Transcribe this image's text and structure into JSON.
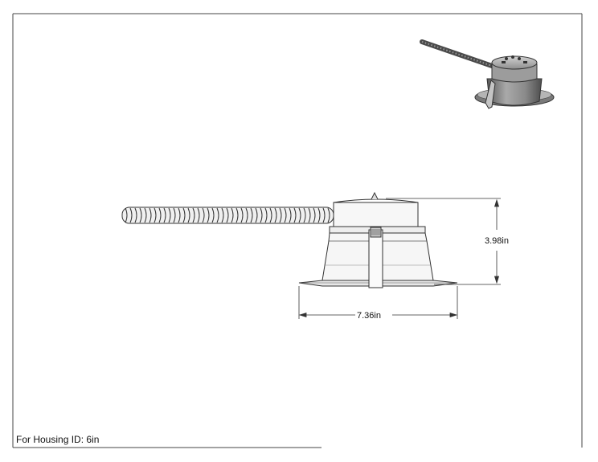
{
  "drawing": {
    "width_dimension": "7.36in",
    "height_dimension": "3.98in",
    "note": "For Housing ID: 6in"
  },
  "colors": {
    "line": "#333333",
    "body_fill": "#f4f4f4",
    "iso_dark": "#6b6b6b",
    "iso_mid": "#9a9a9a",
    "iso_light": "#c8c8c8"
  }
}
